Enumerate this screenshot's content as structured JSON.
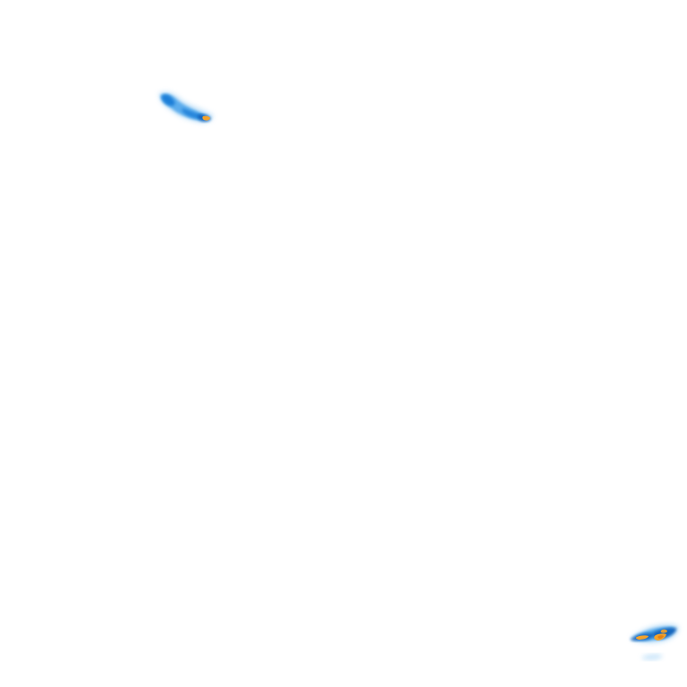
{
  "map": {
    "background_color": "#ffffff",
    "layer_type": "radar-precipitation-overlay",
    "palette": {
      "light": "#9fd0f5",
      "medium": "#4aa3ea",
      "heavy": "#1f7fd8",
      "dark": "#0d5fb8",
      "intense": "#f4a229",
      "core": "#e07b10"
    },
    "cells": [
      {
        "id": "cell-northwest",
        "peak_intensity": "intense"
      },
      {
        "id": "cell-southeast",
        "peak_intensity": "intense"
      },
      {
        "id": "cell-southeast-trail",
        "peak_intensity": "light"
      }
    ]
  }
}
